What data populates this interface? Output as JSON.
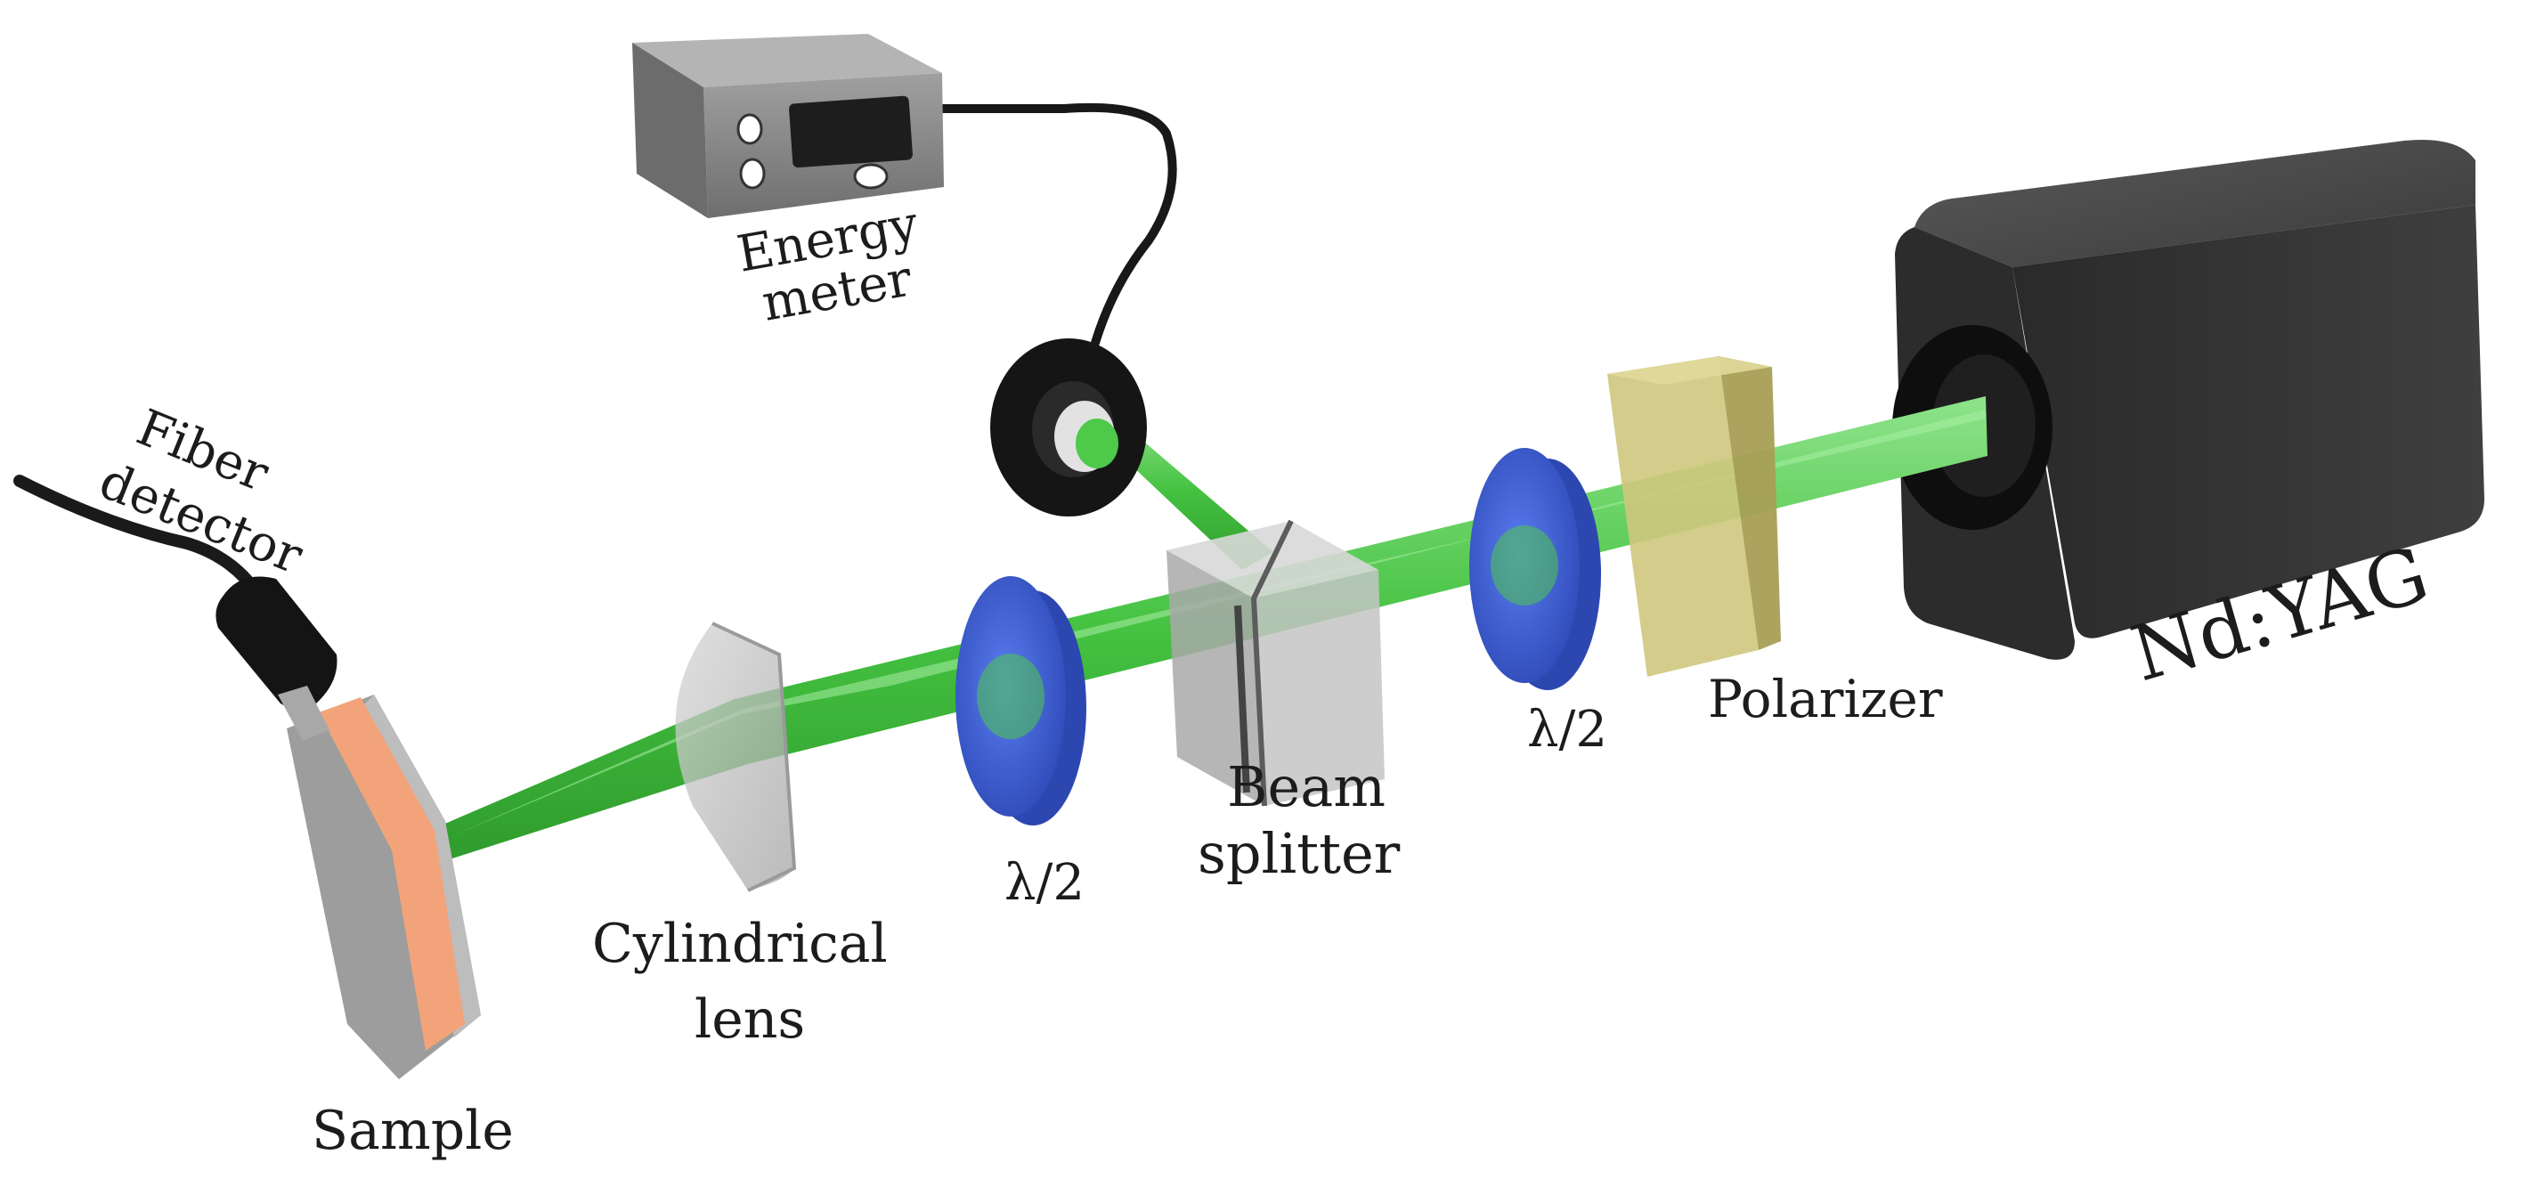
{
  "labels": {
    "fiber_detector_line1": "Fiber",
    "fiber_detector_line2": "detector",
    "energy_meter_line1": "Energy",
    "energy_meter_line2": "meter",
    "sample": "Sample",
    "cylindrical_lens_line1": "Cylindrical",
    "cylindrical_lens_line2": "lens",
    "halfwave_plate_1": "λ/2",
    "halfwave_plate_2": "λ/2",
    "beam_splitter_line1": "Beam",
    "beam_splitter_line2": "splitter",
    "polarizer": "Polarizer",
    "laser": "Nd:YAG"
  },
  "colors": {
    "beam": "#4ec94a",
    "waveplate": "#3e5fd6",
    "polarizer": "#c8c07a",
    "laser_body": "#3b3b3b",
    "sample_film": "#f2a37a",
    "glass": "#b9b9b9",
    "energy_meter": "#8a8a8a"
  },
  "icons": {
    "energy_meter": "energy-meter-icon",
    "photodiode": "photodiode-icon",
    "fiber_detector": "fiber-detector-icon"
  }
}
